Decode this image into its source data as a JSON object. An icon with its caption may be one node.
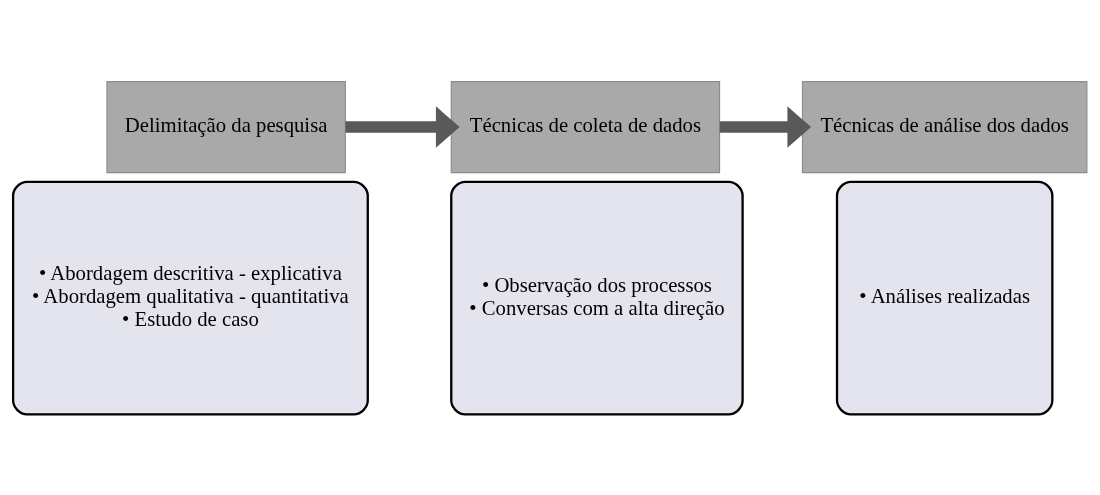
{
  "diagram": {
    "nodes": [
      {
        "text": [
          "Delimitação da pesquisa"
        ]
      },
      {
        "text": [
          "• Abordagem descritiva - explicativa",
          "• Abordagem qualitativa - quantitativa",
          "• Estudo de caso"
        ]
      },
      {
        "text": [
          "Técnicas de coleta de dados"
        ]
      },
      {
        "text": [
          "• Observação dos processos",
          "• Conversas com a alta direção"
        ]
      },
      {
        "text": [
          "Técnicas de análise dos dados"
        ]
      },
      {
        "text": [
          "• Análises realizadas"
        ]
      }
    ],
    "edges": [
      {
        "from": 0,
        "to": 2,
        "arrow": "to"
      },
      {
        "from": 2,
        "to": 4,
        "arrow": "to"
      }
    ]
  }
}
